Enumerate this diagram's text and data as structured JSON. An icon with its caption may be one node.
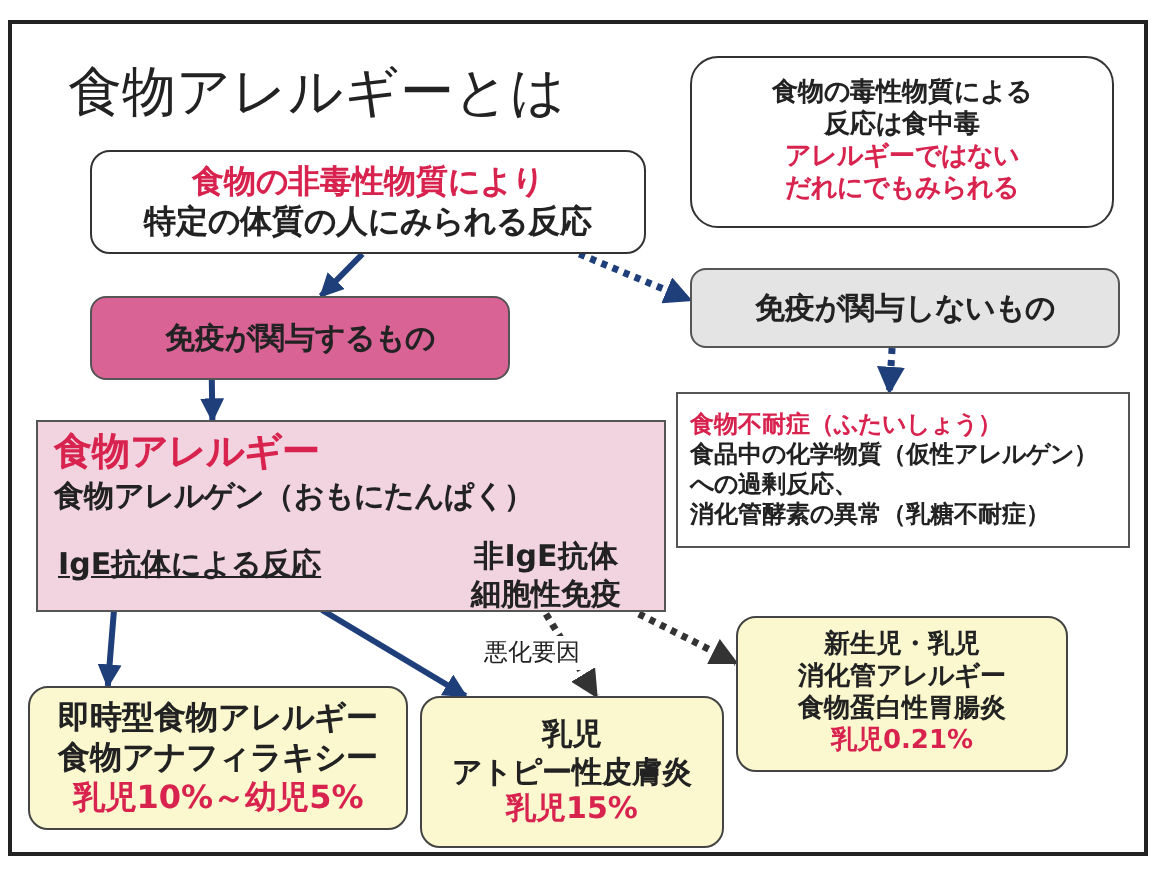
{
  "diagram": {
    "title": "食物アレルギーとは",
    "nodes": [
      {
        "text": [
          "食物の非毒性物質により",
          "特定の体質の人にみられる反応"
        ]
      },
      {
        "text": [
          "食物の毒性物質による",
          "反応は食中毒",
          "アレルギーではない",
          "だれにでもみられる"
        ]
      },
      {
        "text": [
          "免疫が関与するもの"
        ]
      },
      {
        "text": [
          "免疫が関与しないもの"
        ]
      },
      {
        "text": [
          "食物不耐症（ふたいしょう）",
          "食品中の化学物質（仮性アレルゲン）への過剰反応、",
          "消化管酵素の異常（乳糖不耐症）"
        ]
      },
      {
        "text": [
          "食物アレルギー",
          "食物アレルゲン（おもにたんぱく）"
        ]
      },
      {
        "text": [
          "IgE抗体による反応"
        ],
        "in": 5
      },
      {
        "text": [
          "非IgE抗体",
          "細胞性免疫"
        ],
        "in": 5
      },
      {
        "text": [
          "即時型食物アレルギー",
          "食物アナフィラキシー",
          "乳児10%～幼児5%"
        ]
      },
      {
        "text": [
          "乳児",
          "アトピー性皮膚炎",
          "乳児15%"
        ]
      },
      {
        "text": [
          "新生児・乳児",
          "消化管アレルギー",
          "食物蛋白性胃腸炎",
          "乳児0.21%"
        ]
      }
    ],
    "edges": [
      {
        "from": 0,
        "to": 2,
        "arrow": "to"
      },
      {
        "from": 0,
        "to": 3,
        "arrow": "to",
        "style": "dashed"
      },
      {
        "from": 3,
        "to": 4,
        "arrow": "to",
        "style": "dashed"
      },
      {
        "from": 2,
        "to": 5,
        "arrow": "to"
      },
      {
        "from": 6,
        "to": 8,
        "arrow": "to"
      },
      {
        "from": 6,
        "to": 9,
        "arrow": "to"
      },
      {
        "from": 7,
        "to": 9,
        "arrow": "to",
        "style": "dashed",
        "color": "#333333",
        "label": "悪化要因"
      },
      {
        "from": 7,
        "to": 10,
        "arrow": "to",
        "style": "dashed",
        "color": "#333333"
      }
    ]
  }
}
